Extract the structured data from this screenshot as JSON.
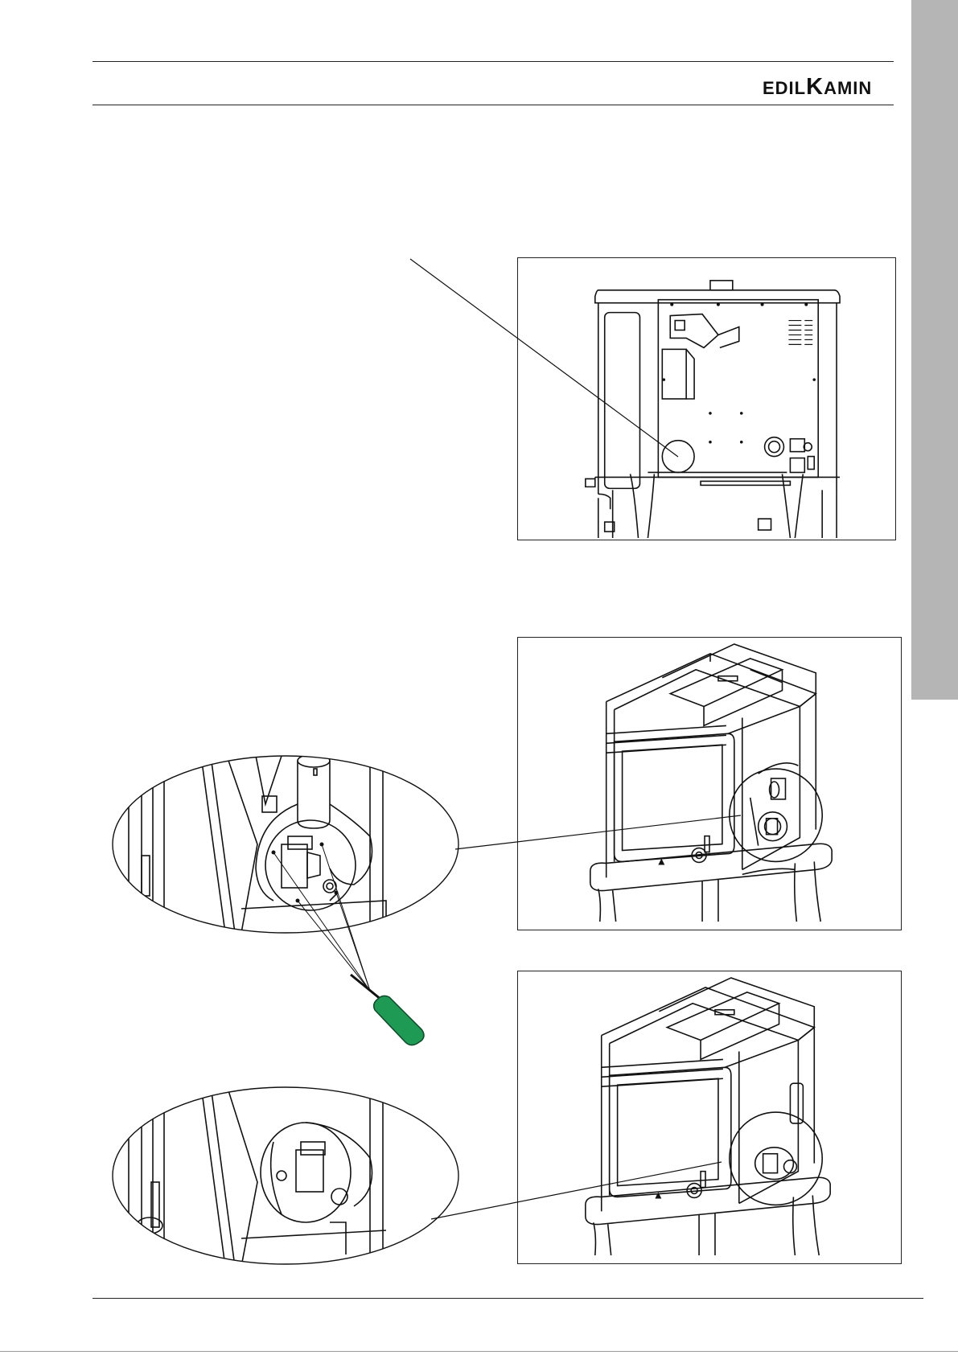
{
  "header": {
    "logo_first": "EDIL",
    "logo_big": "K",
    "logo_rest": "AMIN"
  },
  "figures": {
    "rear_view": "stove-rear-view",
    "front_view_1": "stove-front-three-quarter-view-fan-removal",
    "front_view_2": "stove-front-three-quarter-view-fan-detached"
  },
  "colors": {
    "side_tab": "#b5b5b5",
    "screwdriver_handle": "#1f9a55",
    "line": "#111111"
  }
}
